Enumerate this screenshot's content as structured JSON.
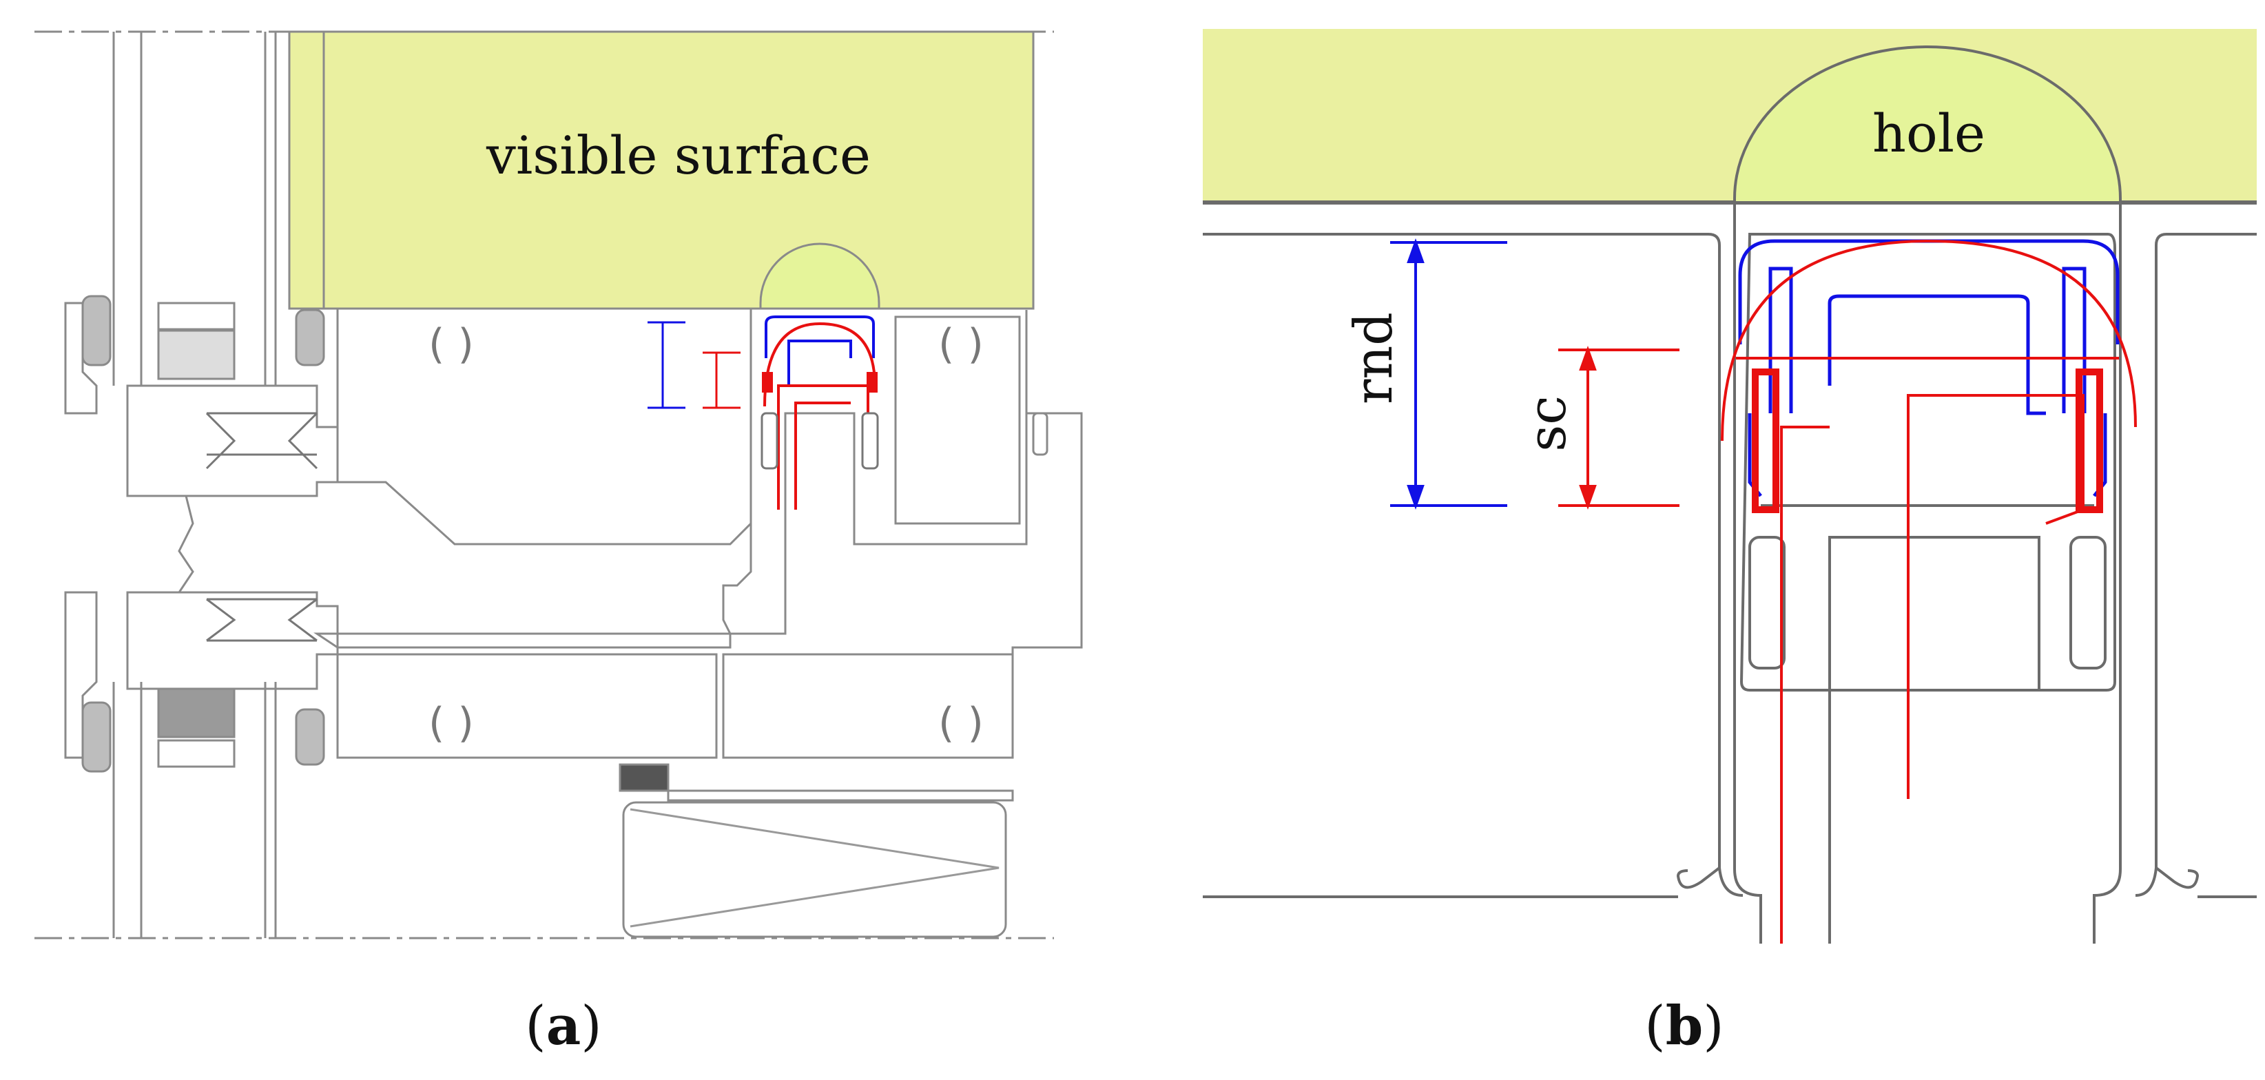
{
  "panels": [
    {
      "id": "a",
      "caption_open": "(",
      "caption_letter": "a",
      "caption_close": ")",
      "labels": {
        "surface": "visible surface"
      }
    },
    {
      "id": "b",
      "caption_open": "(",
      "caption_letter": "b",
      "caption_close": ")",
      "labels": {
        "hole": "hole",
        "rnd": "rnd",
        "sc": "sc"
      }
    }
  ],
  "colors": {
    "surface_fill": "#eaf0a0",
    "hole_fill": "#e5f49a",
    "line": "#6b6b6b",
    "blue": "#1010e6",
    "red": "#e81010"
  }
}
